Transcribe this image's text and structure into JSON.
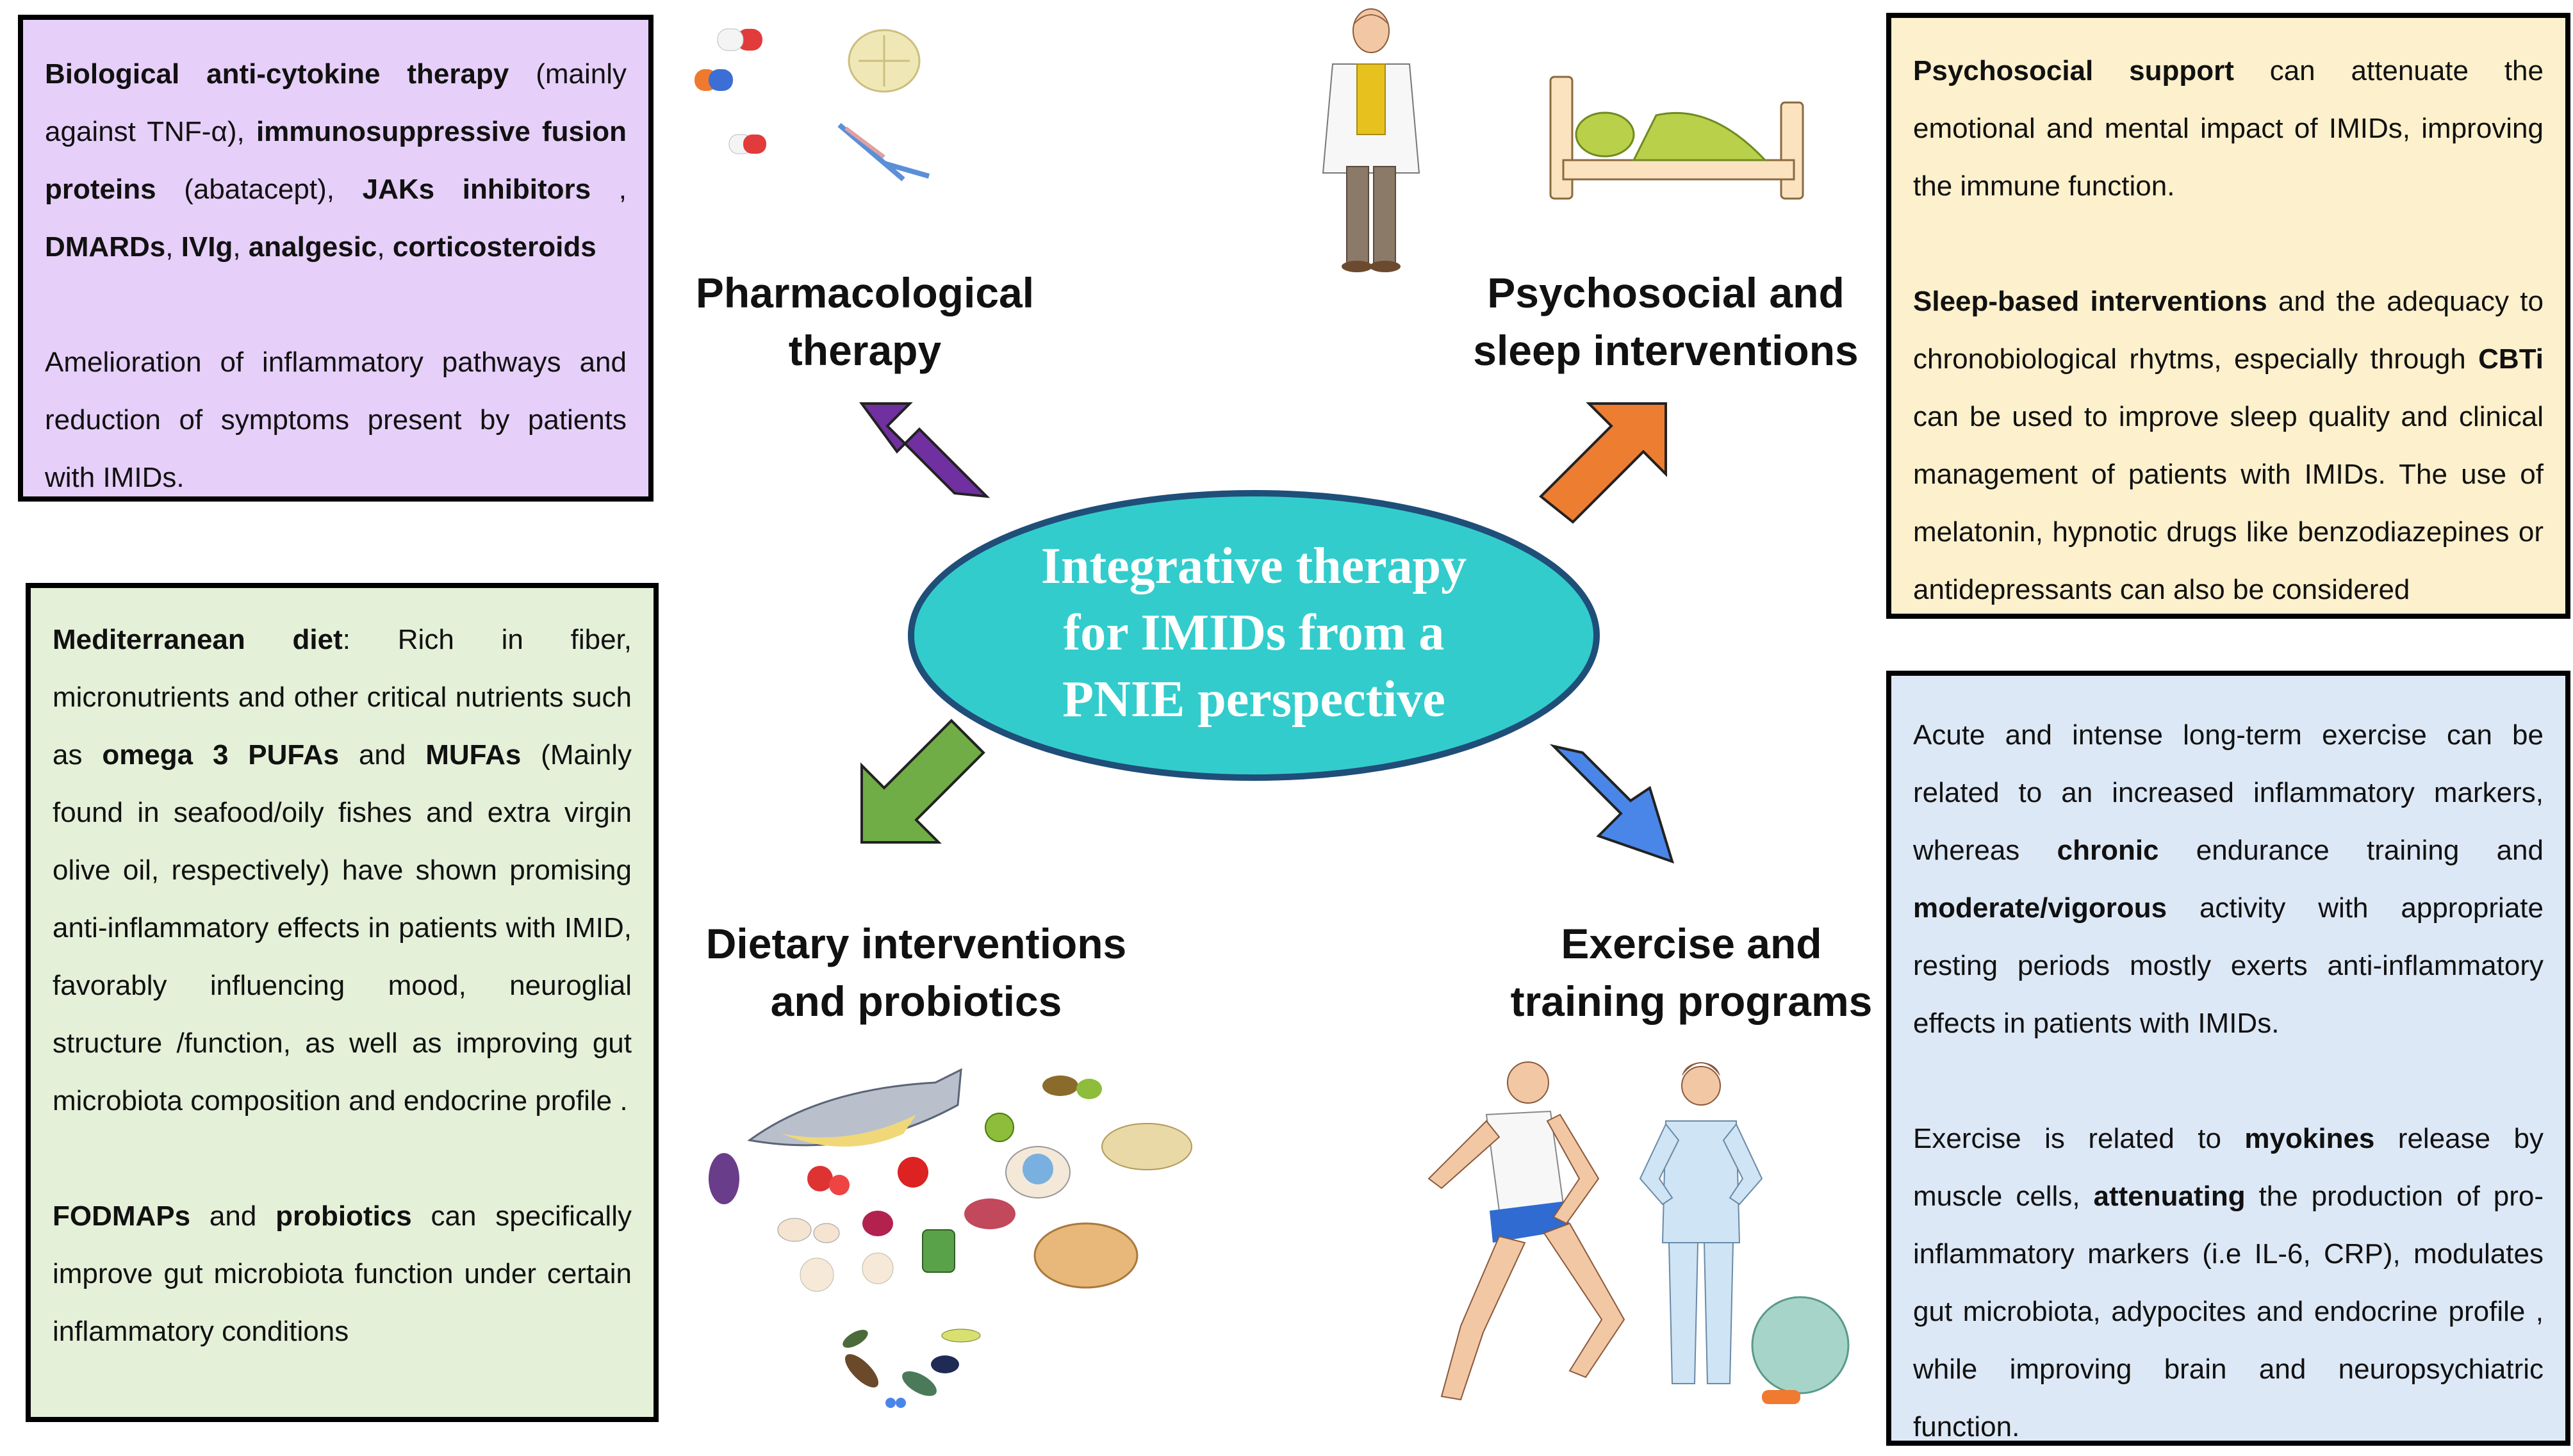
{
  "center": {
    "line1": "Integrative therapy",
    "line2": "for IMIDs from a",
    "line3": "PNIE perspective",
    "fill": "#33cccc",
    "stroke": "#1f4e79"
  },
  "titles": {
    "pharma": [
      "Pharmacological",
      "therapy"
    ],
    "psycho": [
      "Psychosocial and",
      "sleep interventions"
    ],
    "diet": [
      "Dietary interventions",
      "and probiotics"
    ],
    "exercise": [
      "Exercise and",
      "training programs"
    ]
  },
  "arrows": {
    "pharma_color": "#7030a0",
    "psycho_color": "#ed7d31",
    "diet_color": "#70ad47",
    "exercise_color": "#4a86e8"
  },
  "boxes": {
    "pharma": {
      "bg": "#e6cff8",
      "p1": {
        "t1": "Biological anti-cytokine therapy",
        "t2": " (mainly against TNF-α), ",
        "t3": "immunosuppressive fusion proteins",
        "t4": " (abatacept), ",
        "t5": "JAKs inhibitors",
        "t6": " , ",
        "t7": "DMARDs",
        "t8": ", ",
        "t9": "IVIg",
        "t10": ", ",
        "t11": "analgesic",
        "t12": ", ",
        "t13": "corticosteroids"
      },
      "p2": "Amelioration of inflammatory pathways and reduction of symptoms present by patients with IMIDs."
    },
    "psycho": {
      "bg": "#fdf0cc",
      "p1": {
        "t1": "Psychosocial support",
        "t2": " can attenuate the emotional and mental impact of IMIDs, improving the immune function."
      },
      "p2": {
        "t1": "Sleep-based interventions",
        "t2": " and the adequacy to chronobiological rhytms, especially through ",
        "t3": "CBTi",
        "t4": " can be used to improve sleep quality and clinical management of patients with IMIDs. The use of melatonin, hypnotic drugs like benzodiazepines or antidepressants can also be considered"
      }
    },
    "diet": {
      "bg": "#e4f0d8",
      "p1": {
        "t1": "Mediterranean diet",
        "t2": ": Rich in fiber, micronutrients and other critical nutrients such as ",
        "t3": "omega 3 PUFAs",
        "t4": " and ",
        "t5": "MUFAs",
        "t6": " (Mainly found in seafood/oily fishes and extra virgin olive oil, respectively) have shown promising anti-inflammatory effects in patients with IMID, favorably influencing mood, neuroglial structure /function, as well as improving gut microbiota composition and endocrine profile ."
      },
      "p2": {
        "t1": "FODMAPs",
        "t2": " and ",
        "t3": "probiotics",
        "t4": " can specifically improve gut microbiota function under certain inflammatory conditions"
      }
    },
    "exercise": {
      "bg": "#dde8f6",
      "p1": {
        "t1": "Acute and intense long-term exercise can be related to an increased inflammatory markers, whereas ",
        "t2": "chronic",
        "t3": " endurance training and ",
        "t4": "moderate/vigorous",
        "t5": " activity with appropriate resting periods mostly exerts anti-inflammatory effects in patients with IMIDs."
      },
      "p2": {
        "t1": "Exercise is related to ",
        "t2": "myokines",
        "t3": " release by muscle cells, ",
        "t4": "attenuating",
        "t5": " the production of pro-inflammatory markers (i.e IL-6, CRP), modulates gut microbiota, adypocites and endocrine profile , while improving brain and neuropsychiatric function."
      }
    }
  }
}
